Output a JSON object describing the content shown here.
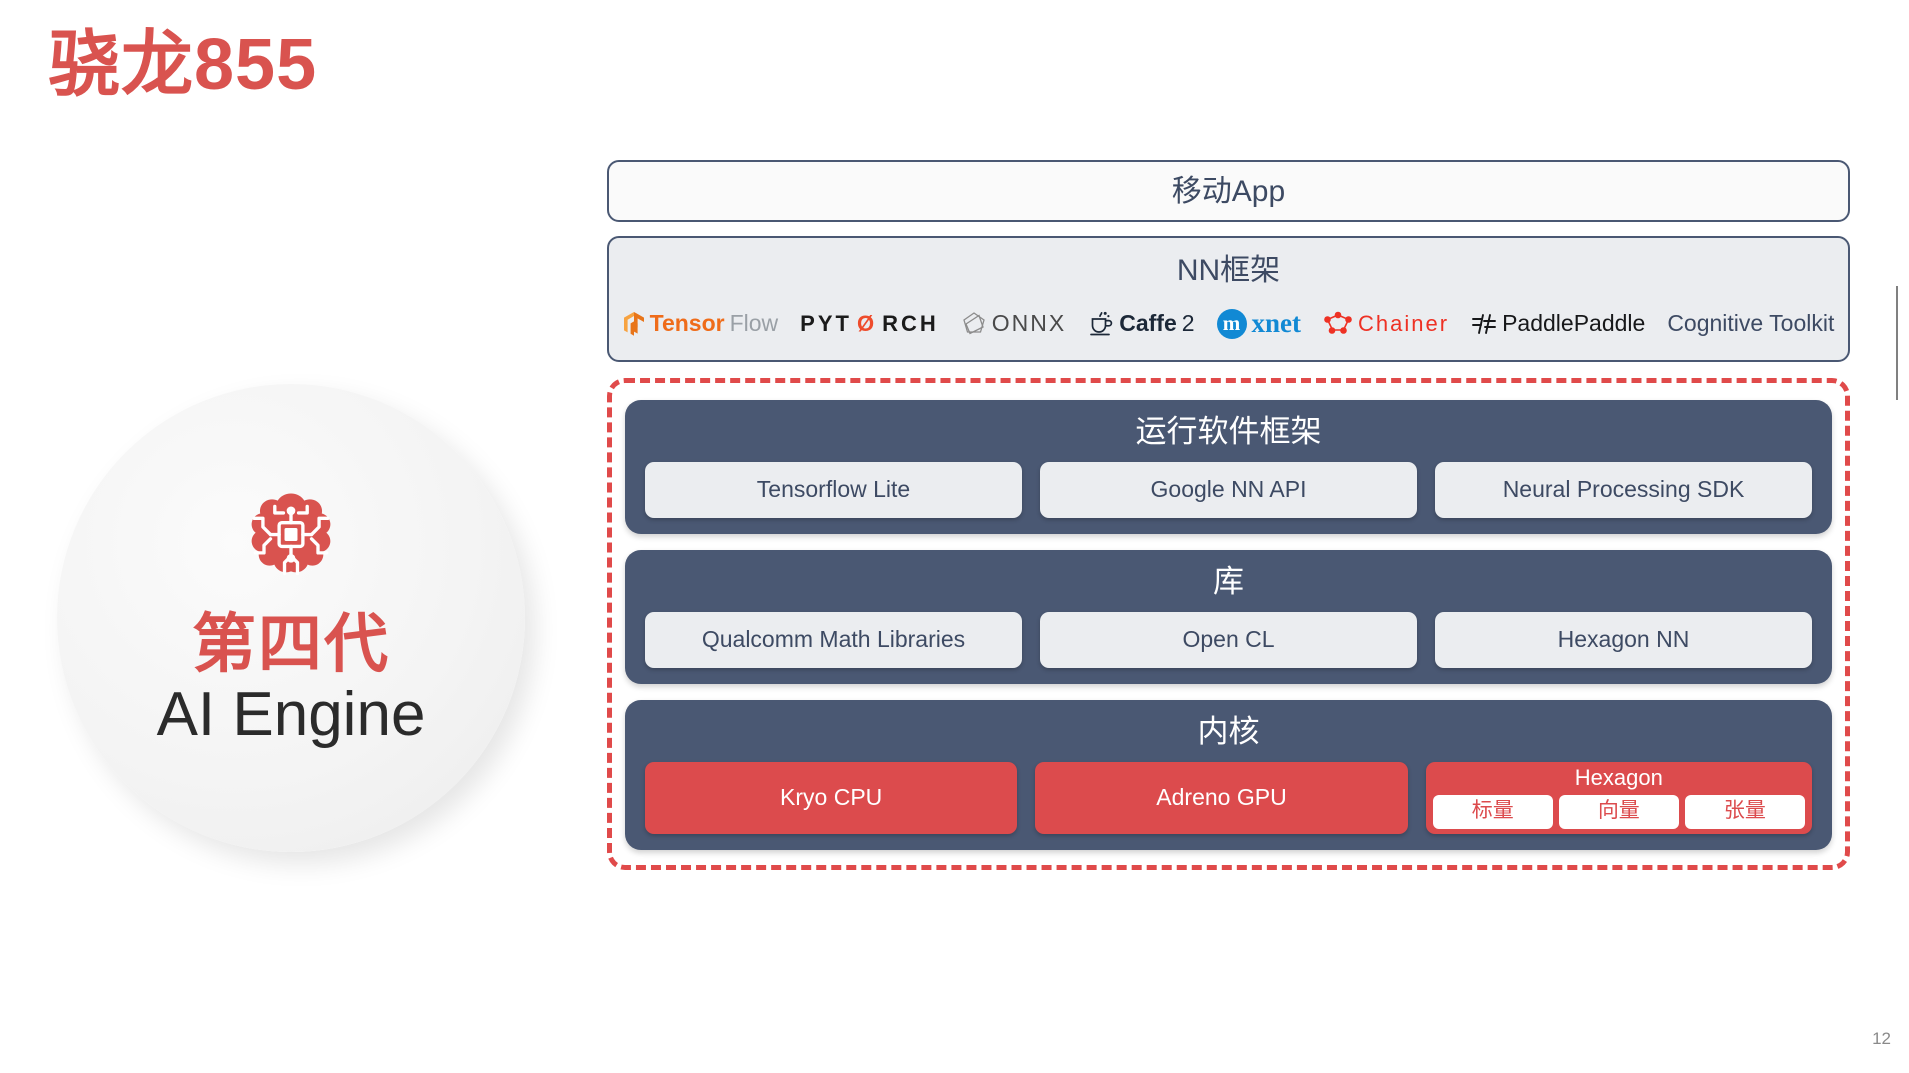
{
  "slide": {
    "title": "骁龙855",
    "page_number": "12",
    "accent_red": "#d9534f",
    "panel_slate": "#4a5873",
    "chip_red": "#dc4b4d",
    "chip_light": "#ebedf0"
  },
  "badge": {
    "icon": "ai-brain-chip-icon",
    "generation": "第四代",
    "name": "AI Engine"
  },
  "stack": {
    "app_layer": {
      "label": "移动App"
    },
    "framework_layer": {
      "title": "NN框架",
      "logos": [
        {
          "icon": "tensorflow-icon",
          "text_a": "Tensor",
          "text_b": "Flow",
          "name": "TensorFlow"
        },
        {
          "icon": "pytorch-icon",
          "text_a": "PYT",
          "text_b": "RCH",
          "name": "PYTORCH"
        },
        {
          "icon": "onnx-icon",
          "text_a": "ONNX",
          "text_b": "",
          "name": "ONNX"
        },
        {
          "icon": "caffe2-icon",
          "text_a": "Caffe",
          "text_b": "2",
          "name": "Caffe2"
        },
        {
          "icon": "mxnet-icon",
          "text_a": "m",
          "text_b": "xnet",
          "name": "mxnet"
        },
        {
          "icon": "chainer-icon",
          "text_a": "Chainer",
          "text_b": "",
          "name": "Chainer"
        },
        {
          "icon": "paddlepaddle-icon",
          "text_a": "PaddlePaddle",
          "text_b": "",
          "name": "PaddlePaddle"
        },
        {
          "icon": "cognitive-toolkit-icon",
          "text_a": "Cognitive Toolkit",
          "text_b": "",
          "name": "Cognitive Toolkit"
        }
      ]
    },
    "panels": [
      {
        "title": "运行软件框架",
        "items": [
          "Tensorflow Lite",
          "Google NN API",
          "Neural Processing SDK"
        ]
      },
      {
        "title": "库",
        "items": [
          "Qualcomm Math Libraries",
          "Open CL",
          "Hexagon NN"
        ]
      },
      {
        "title": "内核",
        "items": [
          "Kryo CPU",
          "Adreno GPU"
        ],
        "hexagon": {
          "title": "Hexagon",
          "units": [
            "标量",
            "向量",
            "张量"
          ]
        }
      }
    ]
  }
}
